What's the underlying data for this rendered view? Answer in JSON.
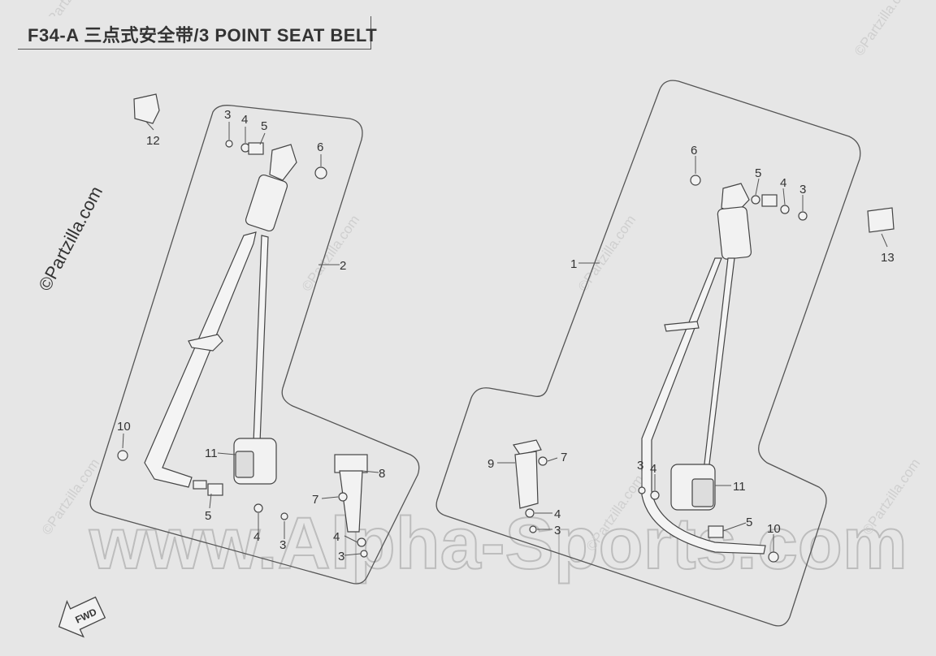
{
  "title": "F34-A 三点式安全带/3 POINT SEAT BELT",
  "watermark_main": "www.Alpha-Sports.com",
  "watermark_side": "©Partzilla.com",
  "watermark_small": "©Partzilla.com",
  "fwd_label": "FWD",
  "callouts": {
    "left_3_top": "3",
    "left_4_top": "4",
    "left_5_top": "5",
    "left_6": "6",
    "left_12": "12",
    "left_2": "2",
    "left_10": "10",
    "left_11": "11",
    "left_5_bottom": "5",
    "left_4_bottom": "4",
    "left_3_bottom": "3",
    "left_8": "8",
    "left_7": "7",
    "left_4_buckle": "4",
    "left_3_buckle": "3",
    "right_6": "6",
    "right_5_top": "5",
    "right_4_top": "4",
    "right_3_top": "3",
    "right_13": "13",
    "right_1": "1",
    "right_9": "9",
    "right_7": "7",
    "right_4_mid": "4",
    "right_3_mid": "3",
    "right_3_ret": "3",
    "right_4_ret": "4",
    "right_11": "11",
    "right_5_bottom": "5",
    "right_10": "10"
  }
}
